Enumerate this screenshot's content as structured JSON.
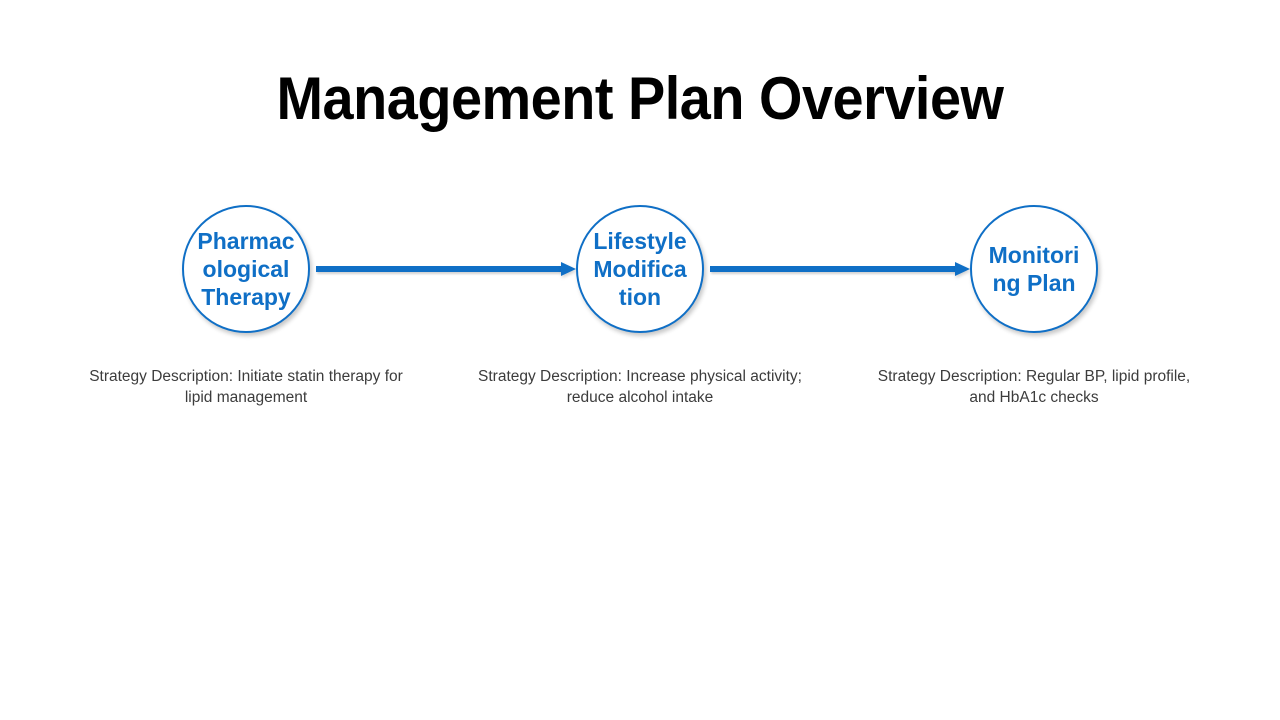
{
  "slide": {
    "title": "Management Plan Overview",
    "background_color": "#FFFFFF",
    "accent_color": "#0F6FC6",
    "title_color": "#000000",
    "caption_color": "#3C3C3C"
  },
  "flow": {
    "connector_icon": "arrow-right-icon",
    "steps": [
      {
        "label": "Pharmacological Therapy",
        "caption": "Strategy Description: Initiate statin therapy for lipid management"
      },
      {
        "label": "Lifestyle Modification",
        "caption": "Strategy Description: Increase physical activity; reduce alcohol intake"
      },
      {
        "label": "Monitoring Plan",
        "caption": "Strategy Description: Regular BP, lipid profile, and HbA1c checks"
      }
    ]
  }
}
